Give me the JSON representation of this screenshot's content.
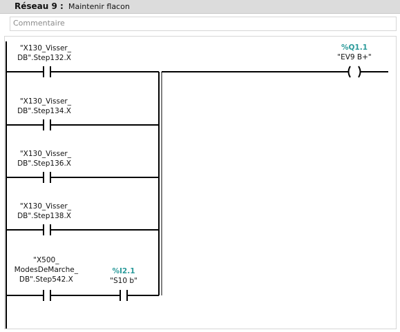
{
  "network": {
    "title": "Réseau 9 :",
    "description": "Maintenir flacon",
    "comment_placeholder": "Commentaire"
  },
  "contacts": [
    {
      "line1": "\"X130_Visser_",
      "line2": "DB\".Step132.X"
    },
    {
      "line1": "\"X130_Visser_",
      "line2": "DB\".Step134.X"
    },
    {
      "line1": "\"X130_Visser_",
      "line2": "DB\".Step136.X"
    },
    {
      "line1": "\"X130_Visser_",
      "line2": "DB\".Step138.X"
    },
    {
      "line1": "\"X500_",
      "line2": "ModesDeMarche_",
      "line3": "DB\".Step542.X"
    }
  ],
  "contact_s10b": {
    "address": "%I2.1",
    "symbol": "\"S10 b\""
  },
  "coil": {
    "address": "%Q1.1",
    "symbol": "\"EV9 B+\""
  },
  "colors": {
    "header_bg": "#dcdcdc",
    "address": "#2a9a9a",
    "wire": "#000000"
  }
}
